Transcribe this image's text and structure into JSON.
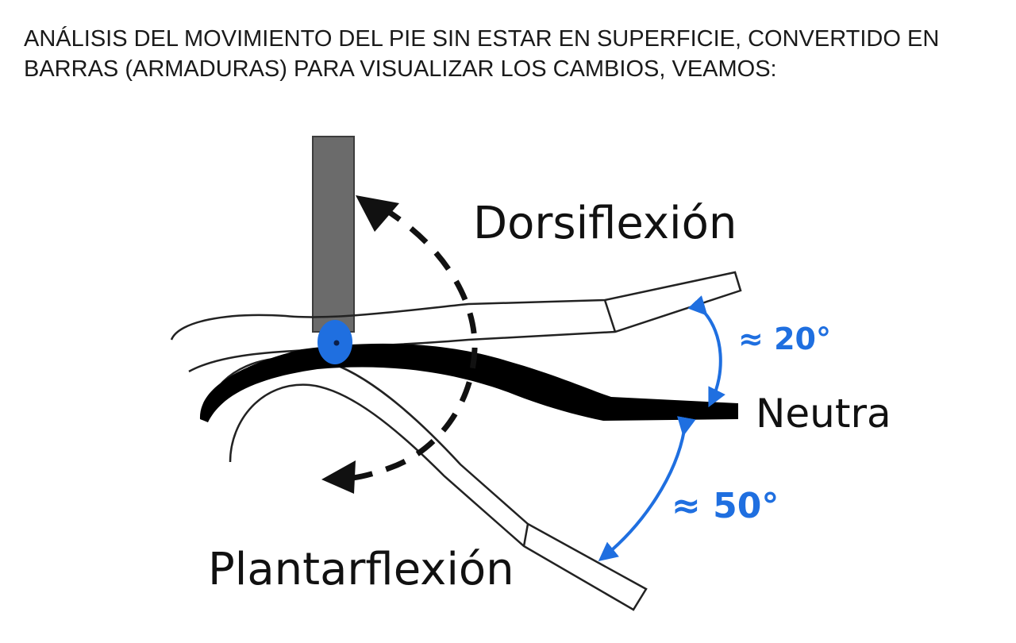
{
  "heading": {
    "line1": "ANÁLISIS DEL MOVIMIENTO DEL PIE SIN ESTAR EN SUPERFICIE, CONVERTIDO EN",
    "line2": "BARRAS (ARMADURAS) PARA VISUALIZAR LOS CAMBIOS, VEAMOS:"
  },
  "labels": {
    "dorsiflexion": "Dorsiflexión",
    "neutral": "Neutra",
    "plantarflexion": "Plantarflexión"
  },
  "angles": {
    "dorsiflexion": "≈ 20°",
    "plantarflexion": "≈ 50°"
  },
  "colors": {
    "accent": "#1f6fe0",
    "leg": "#6b6b6b",
    "foot": "#000000"
  }
}
